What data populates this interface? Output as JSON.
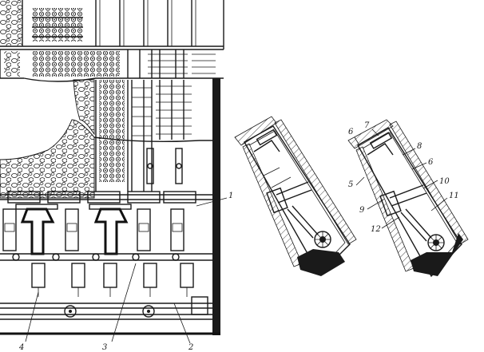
{
  "plan_view": {
    "callouts": [
      "1",
      "2",
      "3",
      "4"
    ]
  },
  "section_a": {},
  "section_b": {
    "callouts": [
      "5",
      "6",
      "7",
      "8",
      "6",
      "9",
      "10",
      "11",
      "12"
    ]
  }
}
